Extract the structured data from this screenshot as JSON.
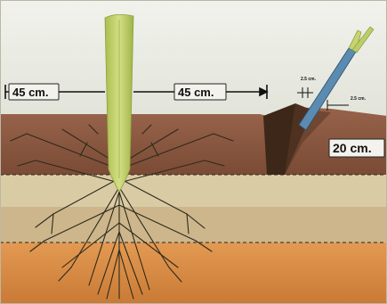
{
  "labels": {
    "left_distance": "45 cm.",
    "right_distance": "45 cm.",
    "furrow_depth": "20 cm.",
    "top_width": "2.5 cm.",
    "side_offset": "2.5 cm."
  },
  "colors": {
    "sky": "#e9ece6",
    "topsoil": "#8a5a40",
    "furrow_dark": "#3a2418",
    "subsoil_band1": "#d7c79f",
    "subsoil_band2": "#c9b188",
    "subsoil_band3": "#d88b45",
    "roots": "#2e2a1c",
    "stem": "#c2d06a",
    "blade": "#b9cf66"
  }
}
